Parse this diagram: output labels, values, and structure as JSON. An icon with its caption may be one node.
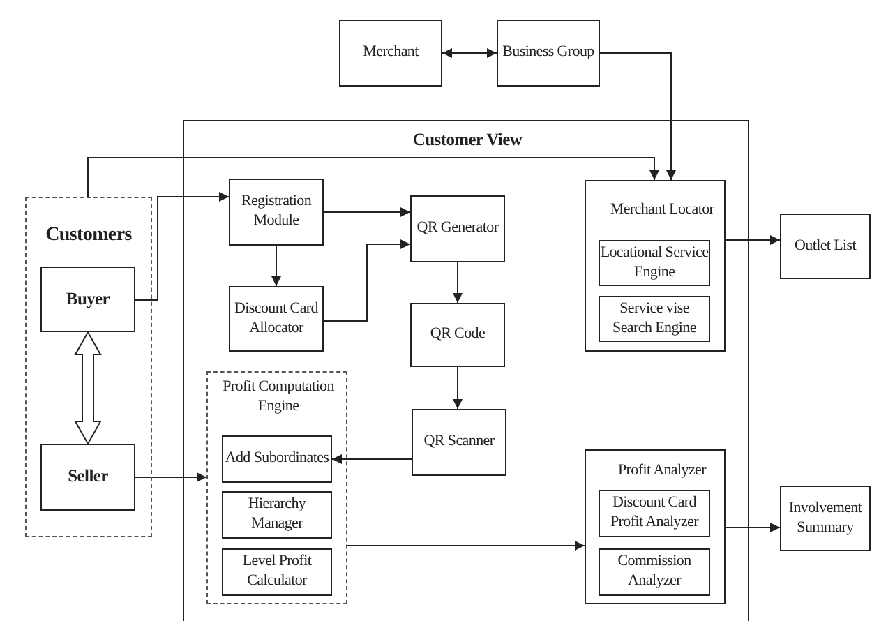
{
  "diagram": {
    "nodes": [
      {
        "text": [
          "Merchant"
        ]
      },
      {
        "text": [
          "Business Group"
        ]
      },
      {
        "text": [
          "Customer View"
        ]
      },
      {
        "text": [
          "Customers"
        ]
      },
      {
        "text": [
          "Buyer"
        ],
        "in": 3
      },
      {
        "text": [
          "Seller"
        ],
        "in": 3
      },
      {
        "text": [
          "Registration Module"
        ],
        "in": 2
      },
      {
        "text": [
          "Discount Card Allocator"
        ],
        "in": 2
      },
      {
        "text": [
          "QR Generator"
        ],
        "in": 2
      },
      {
        "text": [
          "QR Code"
        ],
        "in": 2
      },
      {
        "text": [
          "QR Scanner"
        ],
        "in": 2
      },
      {
        "text": [
          "Profit Computation Engine"
        ],
        "in": 2
      },
      {
        "text": [
          "Add Subordinates"
        ],
        "in": 11
      },
      {
        "text": [
          "Hierarchy Manager"
        ],
        "in": 11
      },
      {
        "text": [
          "Level Profit Calculator"
        ],
        "in": 11
      },
      {
        "text": [
          "Merchant Locator"
        ],
        "in": 2
      },
      {
        "text": [
          "Locational Service Engine"
        ],
        "in": 15
      },
      {
        "text": [
          "Service vise Search Engine"
        ],
        "in": 15
      },
      {
        "text": [
          "Profit Analyzer"
        ],
        "in": 2
      },
      {
        "text": [
          "Discount Card Profit Analyzer"
        ],
        "in": 18
      },
      {
        "text": [
          "Commission Analyzer"
        ],
        "in": 18
      },
      {
        "text": [
          "Outlet List"
        ]
      },
      {
        "text": [
          "Involvement Summary"
        ]
      }
    ],
    "edges": [
      {
        "from": 0,
        "to": 1,
        "arrow": "both"
      },
      {
        "from": 1,
        "to": 15,
        "arrow": "to"
      },
      {
        "from": 3,
        "to": 15,
        "arrow": "to"
      },
      {
        "from": 4,
        "to": 6,
        "arrow": "to"
      },
      {
        "from": 6,
        "to": 8,
        "arrow": "to"
      },
      {
        "from": 6,
        "to": 7,
        "arrow": "to"
      },
      {
        "from": 7,
        "to": 8,
        "arrow": "to"
      },
      {
        "from": 8,
        "to": 9,
        "arrow": "to"
      },
      {
        "from": 9,
        "to": 10,
        "arrow": "to"
      },
      {
        "from": 10,
        "to": 12,
        "arrow": "to"
      },
      {
        "from": 4,
        "to": 5,
        "arrow": "both",
        "style": "thick"
      },
      {
        "from": 5,
        "to": 11,
        "arrow": "to"
      },
      {
        "from": 11,
        "to": 18,
        "arrow": "to"
      },
      {
        "from": 15,
        "to": 21,
        "arrow": "to"
      },
      {
        "from": 18,
        "to": 22,
        "arrow": "to"
      }
    ]
  }
}
